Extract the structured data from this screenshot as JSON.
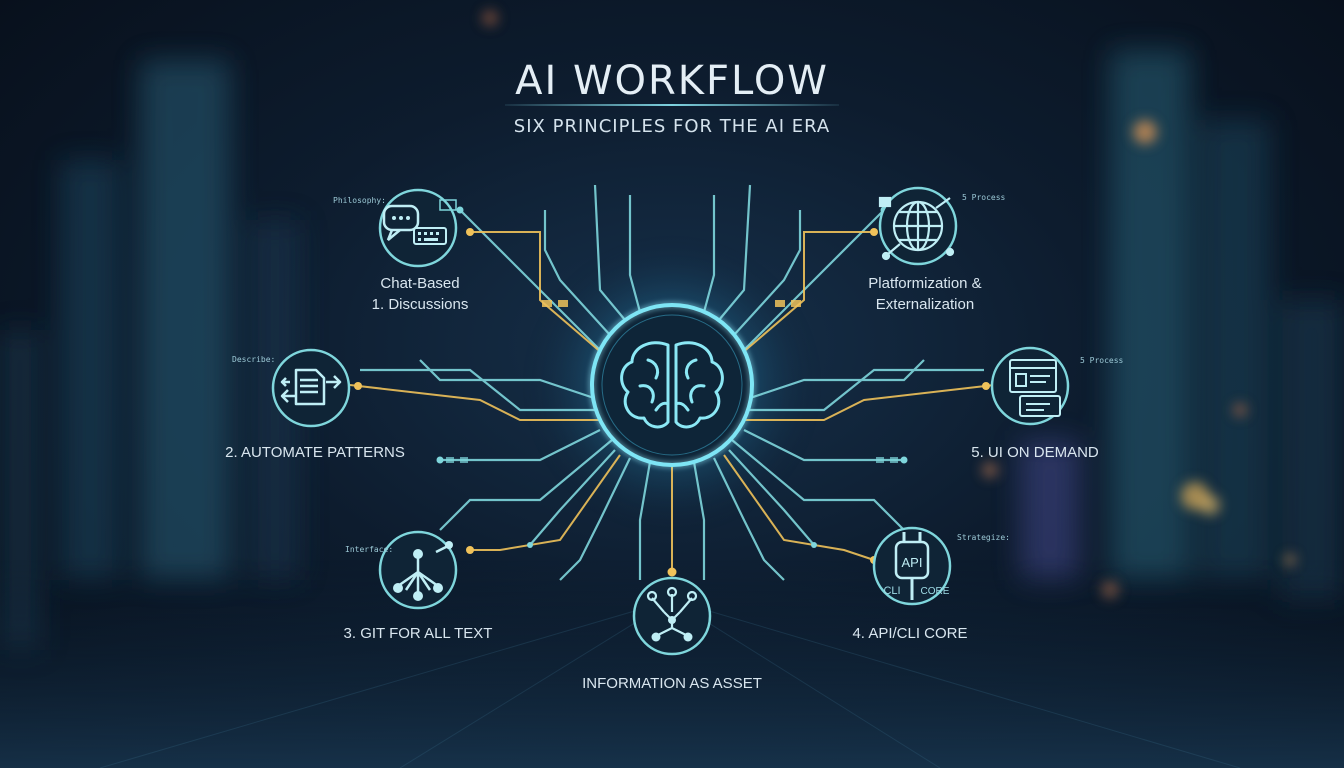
{
  "title": "AI WORKFLOW",
  "subtitle": "SIX PRINCIPLES FOR THE AI ERA",
  "principles": [
    {
      "id": "chat",
      "lines": [
        "Chat-Based",
        "1. Discussions"
      ],
      "icon": "chat-keyboard-icon",
      "tag": "Philosophy:"
    },
    {
      "id": "automate",
      "lines": [
        "2. AUTOMATE PATTERNS"
      ],
      "icon": "document-arrows-icon",
      "tag": "Describe:"
    },
    {
      "id": "git",
      "lines": [
        "3. GIT FOR ALL TEXT"
      ],
      "icon": "branch-tree-icon",
      "tag": "Interface:"
    },
    {
      "id": "info",
      "lines": [
        "INFORMATION AS ASSET"
      ],
      "icon": "network-tree-icon",
      "tag": ""
    },
    {
      "id": "api",
      "lines": [
        "4. API/CLI CORE"
      ],
      "icon": "plug-icon",
      "tag": "Strategize:"
    },
    {
      "id": "ui",
      "lines": [
        "5. UI ON DEMAND"
      ],
      "icon": "ui-window-icon",
      "tag": "5 Process"
    },
    {
      "id": "platform",
      "lines": [
        "Platformization &",
        "Externalization"
      ],
      "icon": "globe-icon",
      "tag": "5 Process"
    }
  ],
  "api_icon_text": {
    "api": "API",
    "cli": "CLI",
    "core": "CORE"
  },
  "colors": {
    "teal": "#7fd6dc",
    "gold": "#f0c25a",
    "glow": "#4fd8ff",
    "text": "#d9e6ef"
  }
}
